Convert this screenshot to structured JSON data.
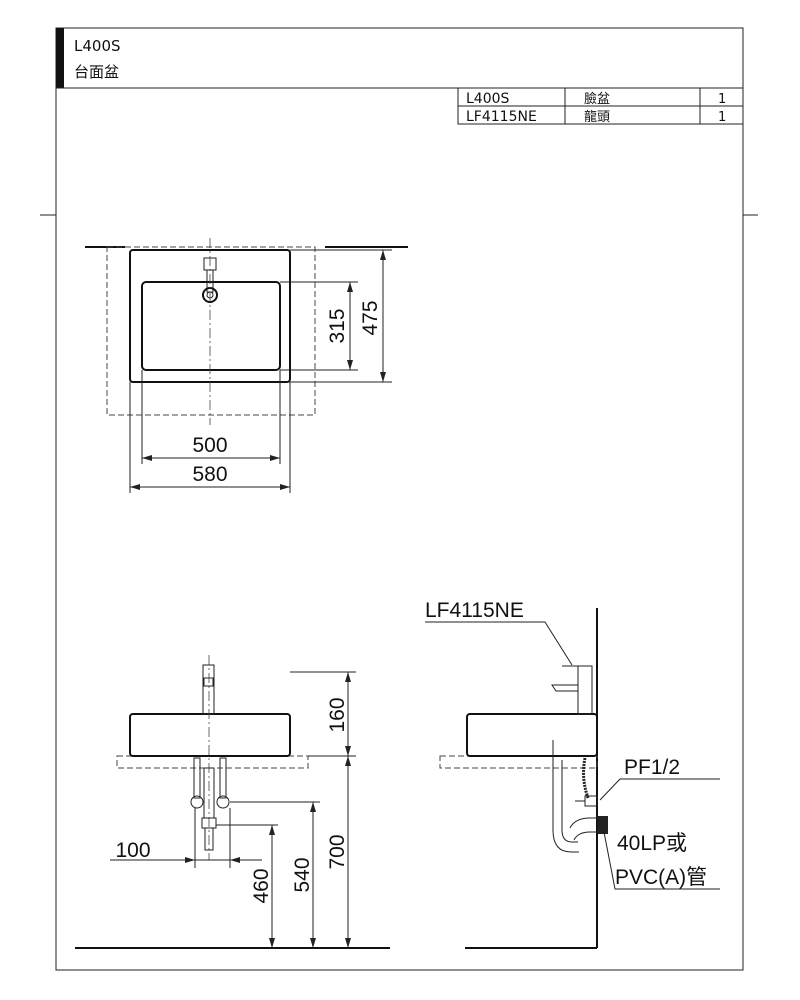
{
  "header": {
    "model": "L400S",
    "name": "台面盆"
  },
  "parts_table": [
    {
      "model": "L400S",
      "part": "臉盆",
      "qty": "1"
    },
    {
      "model": "LF4115NE",
      "part": "龍頭",
      "qty": "1"
    }
  ],
  "top_view": {
    "dim_depth": "475",
    "dim_bowl_depth": "315",
    "dim_bowl_width": "500",
    "dim_width": "580"
  },
  "front_view": {
    "dim_height": "160",
    "dim_counter_height": "700",
    "dim_drain_height": "540",
    "dim_outlet_height": "460",
    "dim_supply_spacing": "100"
  },
  "side_view": {
    "faucet_label": "LF4115NE",
    "supply_label": "PF1/2",
    "drain_label_1": "40LP或",
    "drain_label_2": "PVC(A)管"
  }
}
